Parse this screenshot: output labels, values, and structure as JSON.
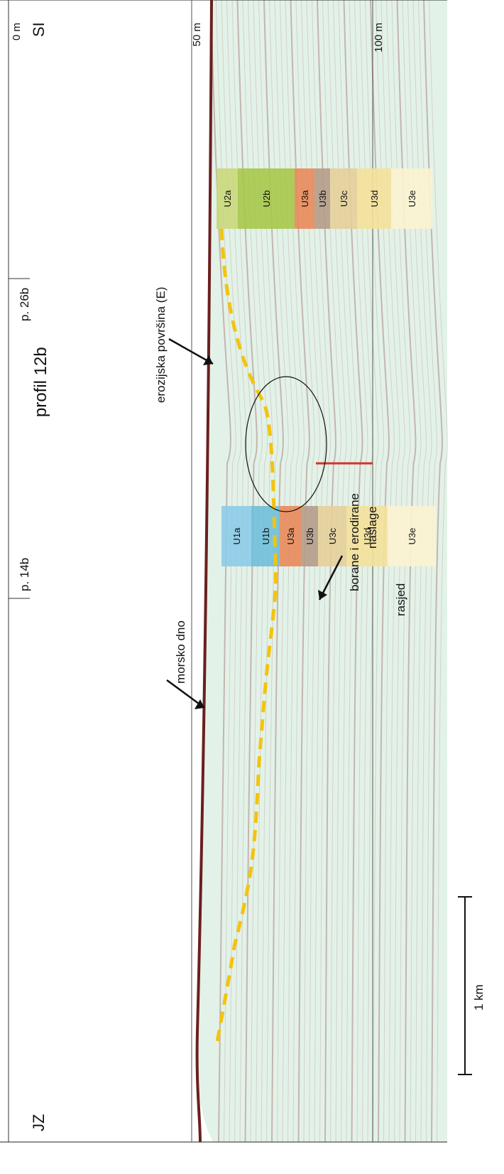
{
  "title": "profil 12b",
  "ends": {
    "left": "JZ",
    "right": "SI"
  },
  "depth_axis": {
    "ticks": [
      "0 m",
      "50 m",
      "100 m"
    ]
  },
  "crossing_profiles": [
    "p. 14b",
    "p. 26b"
  ],
  "annotations": {
    "seafloor": "morsko dno",
    "erosion_surface": "erozijska površina (E)",
    "folded_line1": "borane i erodirane",
    "folded_line2": "naslage",
    "fault": "rasjed"
  },
  "scale_bar": "1 km",
  "units_block_right": [
    {
      "label": "U2a",
      "color": "#c9d87a"
    },
    {
      "label": "U2b",
      "color": "#a6c84a"
    },
    {
      "label": "U3a",
      "color": "#e8895a"
    },
    {
      "label": "U3b",
      "color": "#b59c8a"
    },
    {
      "label": "U3c",
      "color": "#e4cf9a"
    },
    {
      "label": "U3d",
      "color": "#f4e19a"
    },
    {
      "label": "U3e",
      "color": "#fbf3d2"
    }
  ],
  "units_block_left": [
    {
      "label": "U1a",
      "color": "#8ccbe8"
    },
    {
      "label": "U1b",
      "color": "#6fbfd9"
    },
    {
      "label": "U3a",
      "color": "#e8895a"
    },
    {
      "label": "U3b",
      "color": "#b59c8a"
    },
    {
      "label": "U3c",
      "color": "#e4cf9a"
    },
    {
      "label": "U3d",
      "color": "#f4e19a"
    },
    {
      "label": "U3e",
      "color": "#fbf3d2"
    }
  ],
  "colors": {
    "water": "#e9f5ee",
    "sediment": "#dcefe3",
    "reflector": "#7a2a2a",
    "erosion_line": "#f5c518",
    "fault_line": "#d9302a"
  }
}
